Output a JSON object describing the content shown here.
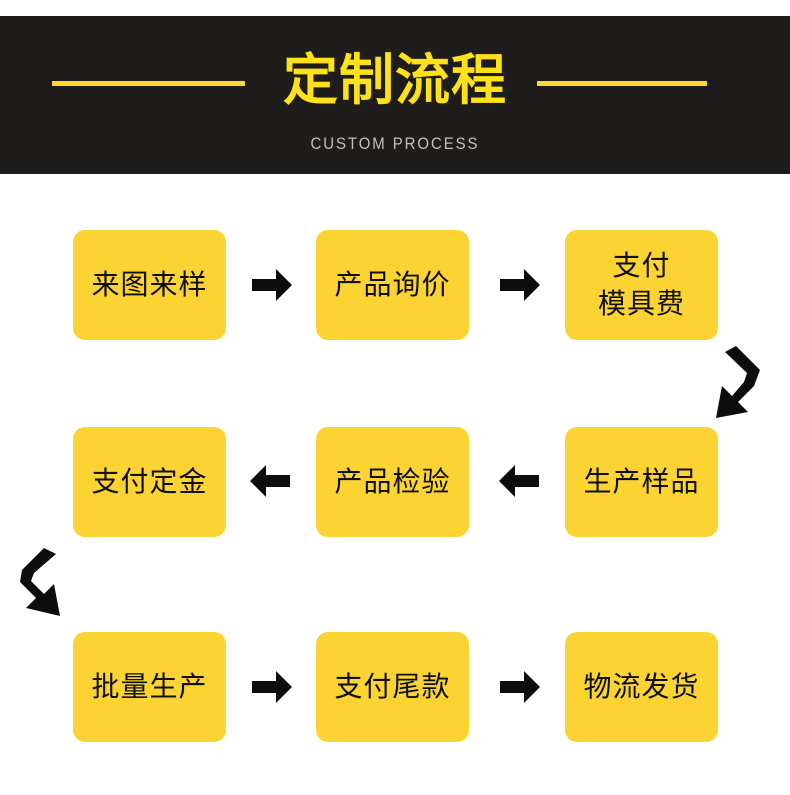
{
  "header": {
    "title": "定制流程",
    "subtitle": "CUSTOM PROCESS",
    "background_color": "#1e1d1b",
    "title_color": "#fde21a",
    "subtitle_color": "#c2c0bd",
    "rule_color": "#fcd932"
  },
  "flow": {
    "box_color": "#fbd434",
    "box_text_color": "#0f0f0f",
    "arrow_color": "#0d0d0d",
    "rows": [
      {
        "direction": "right",
        "steps": [
          {
            "label": "来图来样",
            "index": 1
          },
          {
            "label": "产品询价",
            "index": 2
          },
          {
            "label": "支付\n模具费",
            "index": 3
          }
        ]
      },
      {
        "direction": "left",
        "steps": [
          {
            "label": "支付定金",
            "index": 6
          },
          {
            "label": "产品检验",
            "index": 5
          },
          {
            "label": "生产样品",
            "index": 4
          }
        ]
      },
      {
        "direction": "right",
        "steps": [
          {
            "label": "批量生产",
            "index": 7
          },
          {
            "label": "支付尾款",
            "index": 8
          },
          {
            "label": "物流发货",
            "index": 9
          }
        ]
      }
    ],
    "connectors": {
      "row1_arrow1": "arrow-right-icon",
      "row1_arrow2": "arrow-right-icon",
      "row2_arrow1": "arrow-left-icon",
      "row2_arrow2": "arrow-left-icon",
      "row3_arrow1": "arrow-right-icon",
      "row3_arrow2": "arrow-right-icon",
      "wrap_right": "curved-arrow-down-left-icon",
      "wrap_left": "curved-arrow-down-right-icon"
    }
  }
}
